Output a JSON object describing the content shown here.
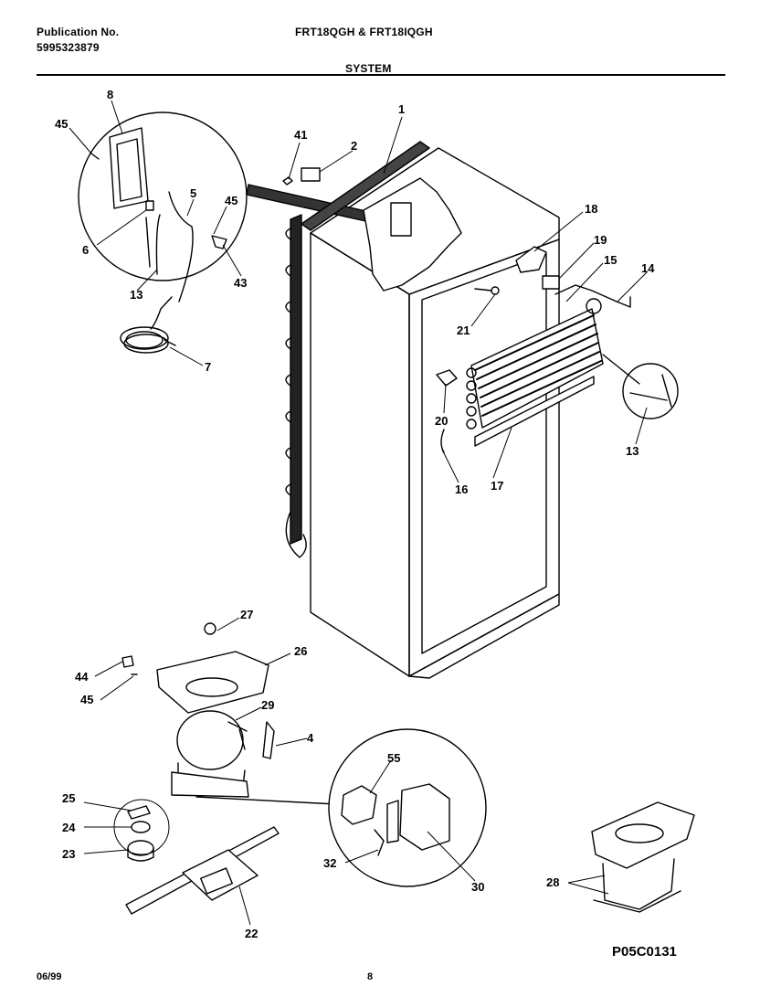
{
  "header": {
    "publication_label": "Publication No.",
    "publication_number": "5995323879",
    "model": "FRT18QGH & FRT18IQGH",
    "section": "SYSTEM"
  },
  "footer": {
    "date": "06/99",
    "page": "8",
    "doc_ref": "P05C0131"
  },
  "callouts": [
    {
      "id": "c1",
      "label": "1"
    },
    {
      "id": "c2",
      "label": "2"
    },
    {
      "id": "c41",
      "label": "41"
    },
    {
      "id": "c8",
      "label": "8"
    },
    {
      "id": "c45a",
      "label": "45"
    },
    {
      "id": "c5",
      "label": "5"
    },
    {
      "id": "c45b",
      "label": "45"
    },
    {
      "id": "c6",
      "label": "6"
    },
    {
      "id": "c13a",
      "label": "13"
    },
    {
      "id": "c43",
      "label": "43"
    },
    {
      "id": "c7",
      "label": "7"
    },
    {
      "id": "c18",
      "label": "18"
    },
    {
      "id": "c19",
      "label": "19"
    },
    {
      "id": "c15",
      "label": "15"
    },
    {
      "id": "c14",
      "label": "14"
    },
    {
      "id": "c21",
      "label": "21"
    },
    {
      "id": "c20",
      "label": "20"
    },
    {
      "id": "c13b",
      "label": "13"
    },
    {
      "id": "c16",
      "label": "16"
    },
    {
      "id": "c17",
      "label": "17"
    },
    {
      "id": "c27",
      "label": "27"
    },
    {
      "id": "c26",
      "label": "26"
    },
    {
      "id": "c44",
      "label": "44"
    },
    {
      "id": "c45c",
      "label": "45"
    },
    {
      "id": "c29",
      "label": "29"
    },
    {
      "id": "c4",
      "label": "4"
    },
    {
      "id": "c55",
      "label": "55"
    },
    {
      "id": "c25",
      "label": "25"
    },
    {
      "id": "c24",
      "label": "24"
    },
    {
      "id": "c23",
      "label": "23"
    },
    {
      "id": "c32",
      "label": "32"
    },
    {
      "id": "c30",
      "label": "30"
    },
    {
      "id": "c22",
      "label": "22"
    },
    {
      "id": "c28",
      "label": "28"
    }
  ]
}
